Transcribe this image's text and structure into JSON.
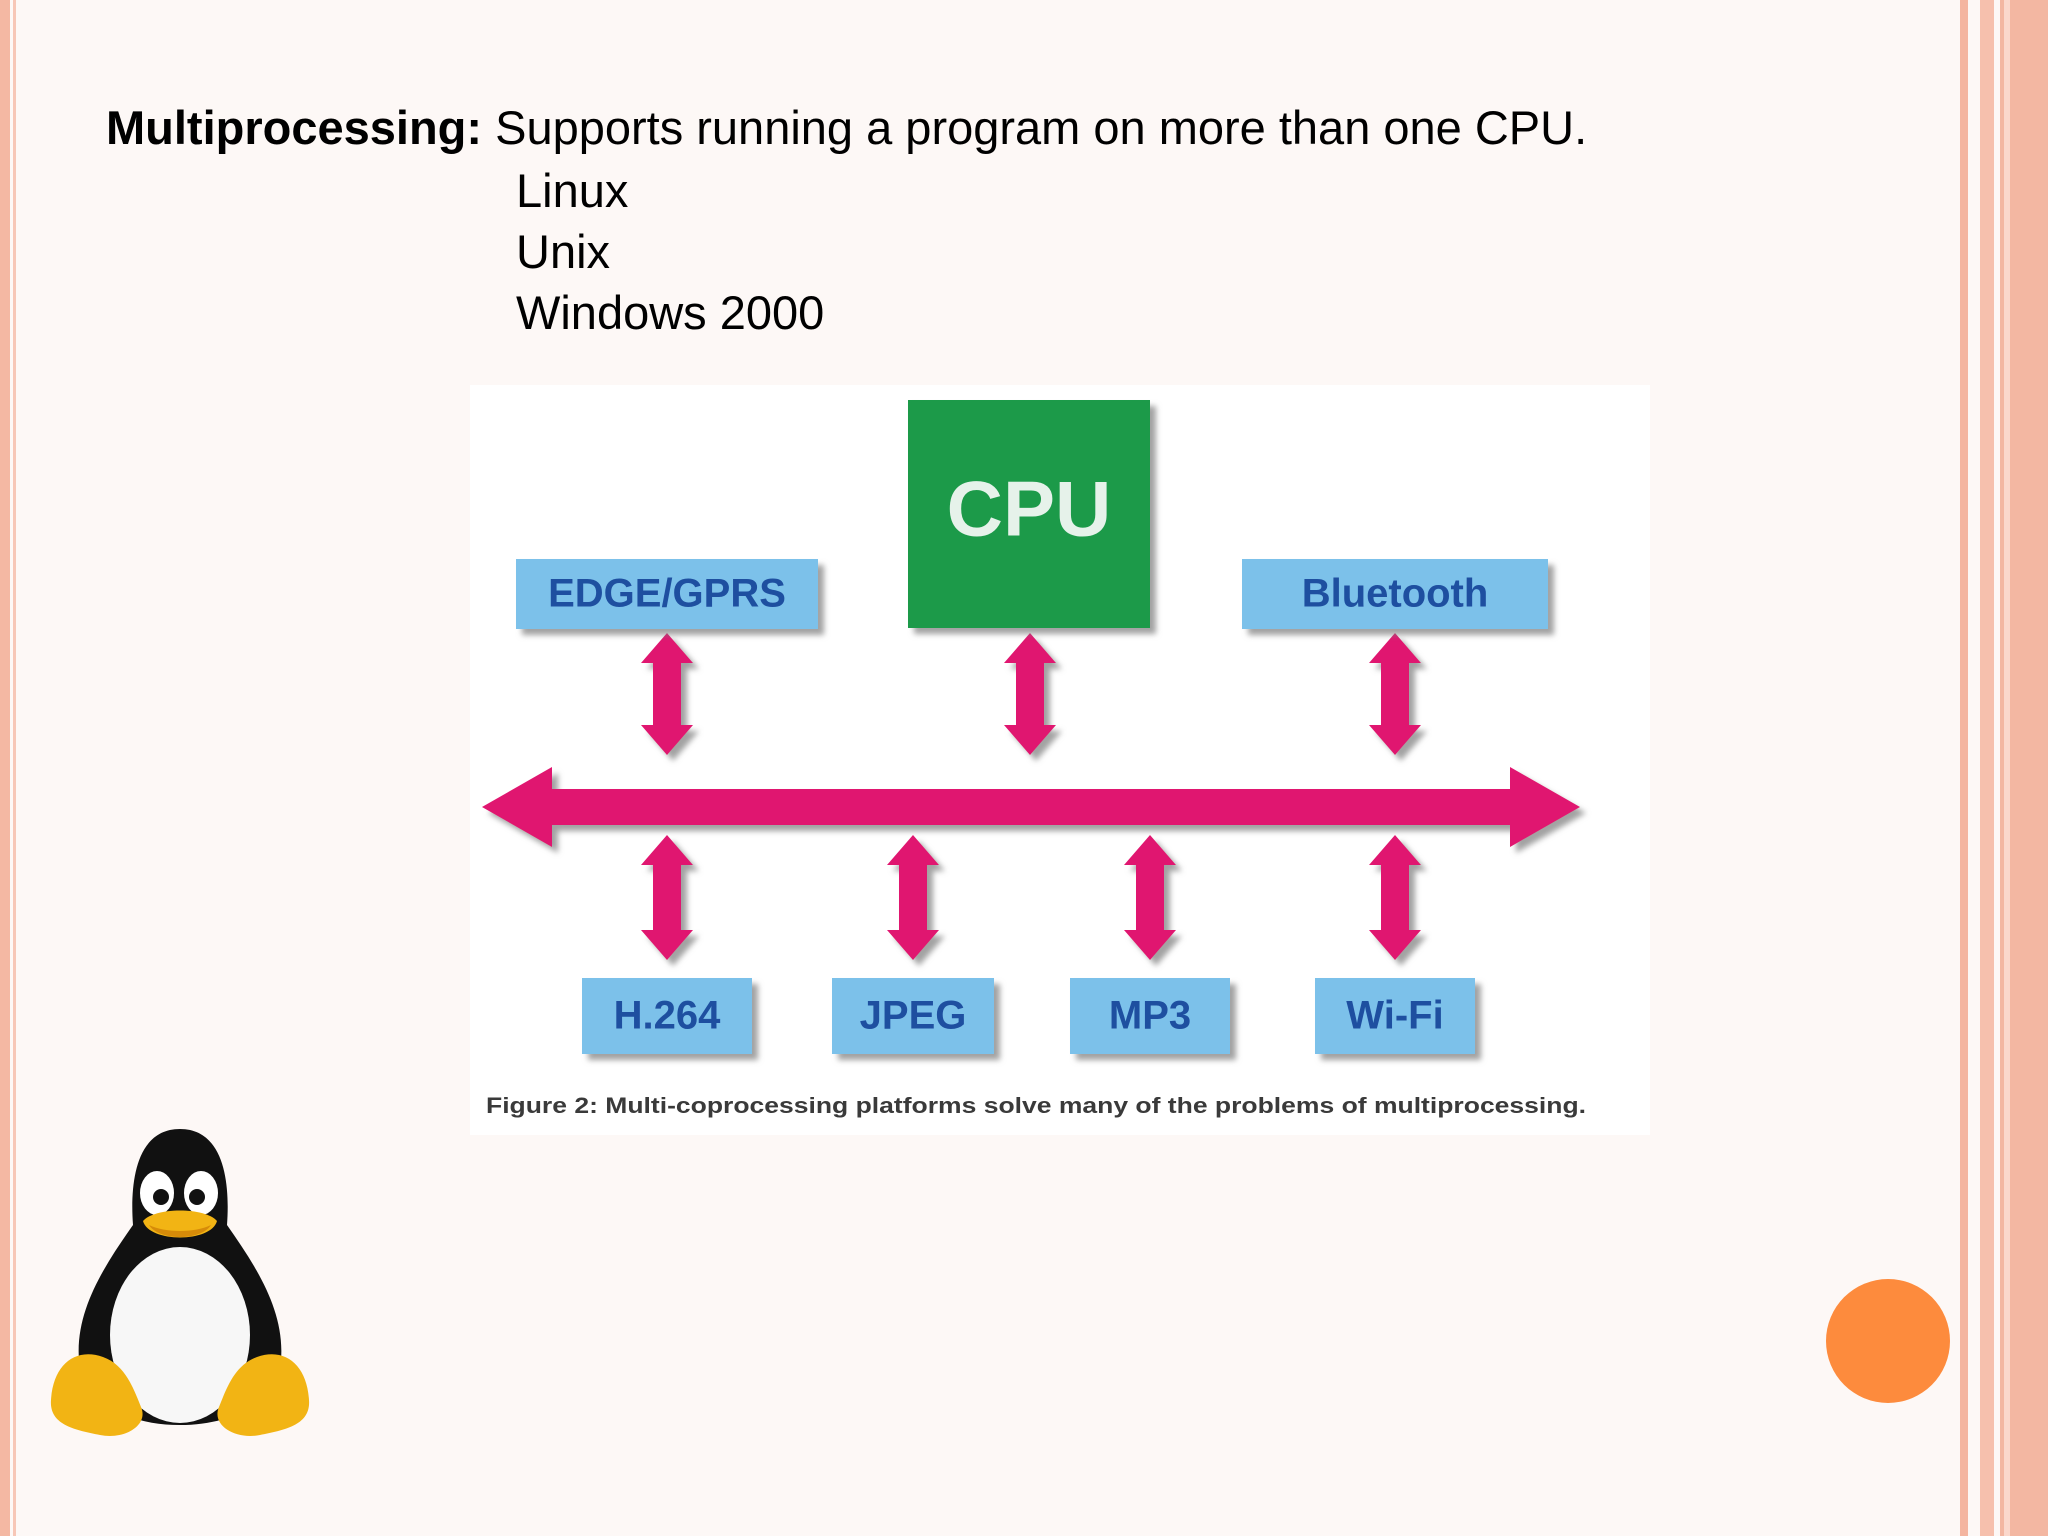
{
  "slide": {
    "heading_bold": "Multiprocessing:",
    "heading_text": " Supports running a program on more than one CPU.",
    "os_items": [
      "Linux",
      "Unix",
      "Windows 2000"
    ]
  },
  "diagram": {
    "cpu_label": "CPU",
    "top_blocks": [
      "EDGE/GPRS",
      "Bluetooth"
    ],
    "bottom_blocks": [
      "H.264",
      "JPEG",
      "MP3",
      "Wi-Fi"
    ],
    "caption": "Figure 2: Multi-coprocessing platforms solve many of the problems of multiprocessing.",
    "colors": {
      "cpu": "#1a9a4a",
      "block": "#7cc1ea",
      "bus": "#e0166f",
      "block_text": "#1e4fa0"
    }
  },
  "icons": {
    "mascot": "linux-tux-penguin-icon",
    "decoration": "orange-circle-icon"
  }
}
